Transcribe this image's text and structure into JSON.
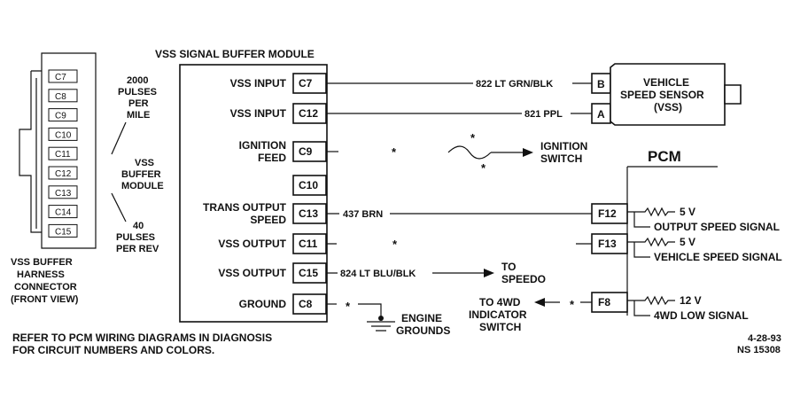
{
  "module": {
    "title": "VSS SIGNAL BUFFER MODULE",
    "rows": [
      {
        "label": [
          "VSS INPUT"
        ],
        "pin": "C7"
      },
      {
        "label": [
          "VSS INPUT"
        ],
        "pin": "C12"
      },
      {
        "label": [
          "IGNITION",
          "FEED"
        ],
        "pin": "C9"
      },
      {
        "label": [],
        "pin": "C10"
      },
      {
        "label": [
          "TRANS OUTPUT",
          "SPEED"
        ],
        "pin": "C13"
      },
      {
        "label": [
          "VSS OUTPUT"
        ],
        "pin": "C11"
      },
      {
        "label": [
          "VSS OUTPUT"
        ],
        "pin": "C15"
      },
      {
        "label": [
          "GROUND"
        ],
        "pin": "C8"
      }
    ]
  },
  "connector": {
    "pins": [
      "C7",
      "C8",
      "C9",
      "C10",
      "C11",
      "C12",
      "C13",
      "C14",
      "C15"
    ],
    "caption": [
      "VSS BUFFER",
      "HARNESS",
      "CONNECTOR",
      "(FRONT VIEW)"
    ],
    "label_top": [
      "2000",
      "PULSES",
      "PER",
      "MILE"
    ],
    "label_mid": [
      "VSS",
      "BUFFER",
      "MODULE"
    ],
    "label_bot": [
      "40",
      "PULSES",
      "PER REV"
    ]
  },
  "wires": {
    "c7": "822 LT GRN/BLK",
    "c12": "821 PPL",
    "c13": "437 BRN",
    "c15": "824 LT BLU/BLK",
    "star": "*"
  },
  "sensor": {
    "title": [
      "VEHICLE",
      "SPEED SENSOR",
      "(VSS)"
    ],
    "pins": [
      "B",
      "A"
    ]
  },
  "ignition": [
    "IGNITION",
    "SWITCH"
  ],
  "to_speedo": [
    "TO",
    "SPEEDO"
  ],
  "engine_grounds": [
    "ENGINE",
    "GROUNDS"
  ],
  "to_4wd": [
    "TO 4WD",
    "INDICATOR",
    "SWITCH"
  ],
  "pcm": {
    "title": "PCM",
    "rows": [
      {
        "pin": "F12",
        "volt": "5 V",
        "signal": "OUTPUT SPEED SIGNAL"
      },
      {
        "pin": "F13",
        "volt": "5 V",
        "signal": "VEHICLE SPEED SIGNAL"
      },
      {
        "pin": "F8",
        "volt": "12 V",
        "signal": "4WD LOW SIGNAL"
      }
    ]
  },
  "note": [
    "REFER TO PCM WIRING DIAGRAMS IN DIAGNOSIS",
    "FOR CIRCUIT NUMBERS AND COLORS."
  ],
  "ref": [
    "4-28-93",
    "NS 15308"
  ]
}
